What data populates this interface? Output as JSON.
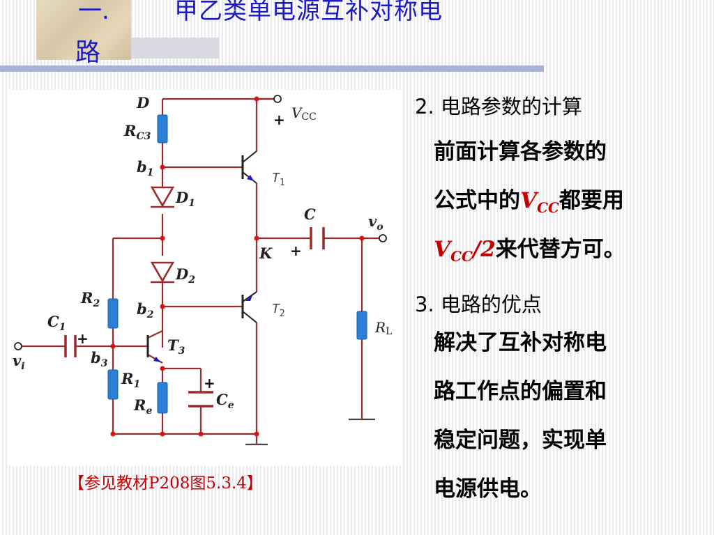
{
  "header": {
    "title_prefix": "一.",
    "title_main": "甲乙类单电源互补对称电",
    "title_wrap": "路"
  },
  "figure": {
    "labels": {
      "D": "D",
      "RC3_main": "R",
      "RC3_sub": "C3",
      "b1_main": "b",
      "b1_sub": "1",
      "D1_main": "D",
      "D1_sub": "1",
      "D2_main": "D",
      "D2_sub": "2",
      "R2_main": "R",
      "R2_sub": "2",
      "b2_main": "b",
      "b2_sub": "2",
      "C1_main": "C",
      "C1_sub": "1",
      "b3_main": "b",
      "b3_sub": "3",
      "T3_main": "T",
      "T3_sub": "3",
      "R1_main": "R",
      "R1_sub": "1",
      "Re_main": "R",
      "Re_sub": "e",
      "Ce_main": "C",
      "Ce_sub": "e",
      "vi_main": "v",
      "vi_sub": "i",
      "vo_main": "v",
      "vo_sub": "o",
      "Vcc_main": "V",
      "Vcc_sub": "CC",
      "T1_main": "T",
      "T1_sub": "1",
      "T2_main": "T",
      "T2_sub": "2",
      "C": "C",
      "K": "K",
      "RL_main": "R",
      "RL_sub": "L",
      "plus": "+"
    }
  },
  "caption": "【参见教材P208图5.3.4】",
  "right": {
    "s2_num": "2.",
    "s2_title": "电路参数的计算",
    "s2_l1": "前面计算各参数的",
    "s2_l2_a": "公式中的",
    "s2_l2_sym": "V",
    "s2_l2_sub": "CC",
    "s2_l2_b": "都要用",
    "s2_l3_sym": "V",
    "s2_l3_sub": "CC",
    "s2_l3_slash": "/2",
    "s2_l3_b": "来代替方可。",
    "s3_num": "3.",
    "s3_title": "电路的优点",
    "s3_l1": "解决了互补对称电",
    "s3_l2": "路工作点的偏置和",
    "s3_l3": "稳定问题，实现单",
    "s3_l4": "电源供电。"
  },
  "colors": {
    "wire": "#9b2a2a",
    "component": "#2b7fd4",
    "node": "#e01010",
    "accent": "#c40000",
    "title": "#1a1ac8"
  }
}
